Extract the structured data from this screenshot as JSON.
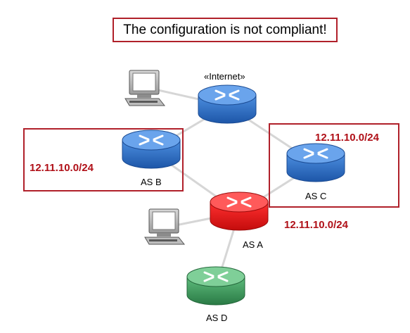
{
  "banner": {
    "text": "The configuration is not compliant!"
  },
  "nodes": {
    "internet": {
      "label": "«Internet»",
      "color": "#2f6fc4"
    },
    "as_a": {
      "label": "AS A",
      "color": "#e01a1a"
    },
    "as_b": {
      "label": "AS B",
      "color": "#2f6fc4"
    },
    "as_c": {
      "label": "AS C",
      "color": "#2f6fc4"
    },
    "as_d": {
      "label": "AS D",
      "color": "#3a9a5a"
    }
  },
  "prefixes": {
    "as_b": "12.11.10.0/24",
    "as_c": "12.11.10.0/24",
    "as_a": "12.11.10.0/24"
  },
  "colors": {
    "highlight_border": "#b0202a",
    "prefix_text": "#b01018",
    "link": "#d6d6d6"
  }
}
